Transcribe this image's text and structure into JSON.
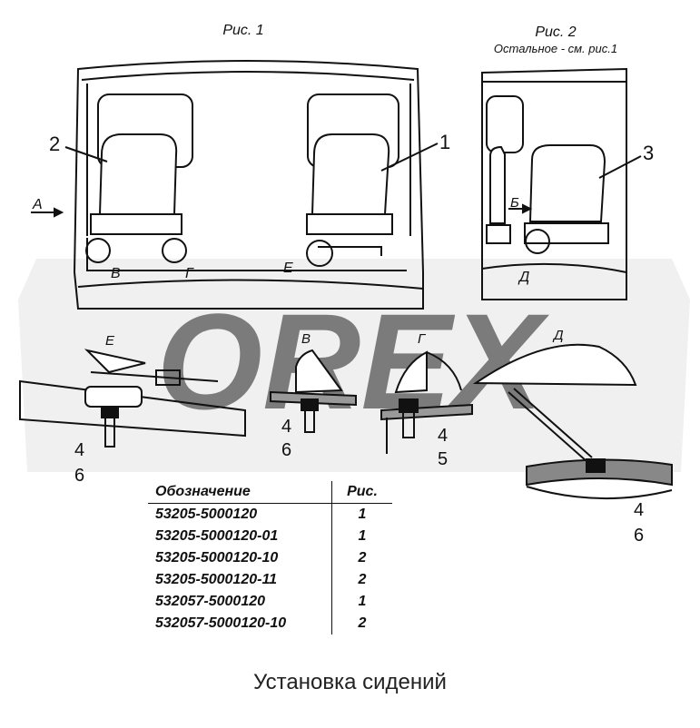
{
  "fig1": {
    "title": "Рис. 1",
    "direction_label": "А",
    "callouts": {
      "seat_left": "2",
      "seat_right": "1"
    },
    "detail_markers": [
      "В",
      "Г",
      "Е"
    ]
  },
  "fig2": {
    "title": "Рис. 2",
    "subtitle": "Остальное - см. рис.1",
    "direction_label": "Б",
    "callouts": {
      "seat": "3"
    },
    "detail_marker": "Д"
  },
  "details": [
    {
      "letter": "Е",
      "parts": [
        "4",
        "6"
      ]
    },
    {
      "letter": "В",
      "parts": [
        "4",
        "6"
      ]
    },
    {
      "letter": "Г",
      "parts": [
        "4",
        "5"
      ]
    },
    {
      "letter": "Д",
      "parts": [
        "4",
        "6"
      ]
    }
  ],
  "watermark": "OREX",
  "table": {
    "headers": [
      "Обозначение",
      "Рис."
    ],
    "rows": [
      [
        "53205-5000120",
        "1"
      ],
      [
        "53205-5000120-01",
        "1"
      ],
      [
        "53205-5000120-10",
        "2"
      ],
      [
        "53205-5000120-11",
        "2"
      ],
      [
        "532057-5000120",
        "1"
      ],
      [
        "532057-5000120-10",
        "2"
      ]
    ]
  },
  "caption": "Установка сидений",
  "colors": {
    "ink": "#111111",
    "watermark": "#d6d6d6"
  }
}
